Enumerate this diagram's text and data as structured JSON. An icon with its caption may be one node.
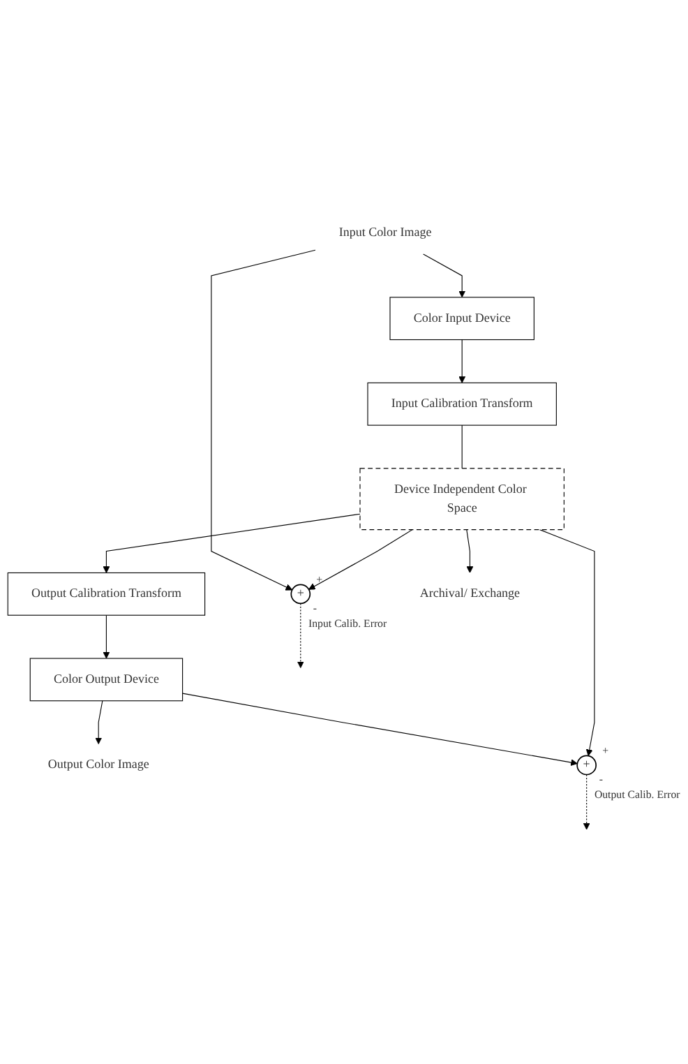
{
  "diagram": {
    "nodes": [
      {
        "text": [
          "Input Color Image"
        ]
      },
      {
        "text": [
          "Color Input Device"
        ]
      },
      {
        "text": [
          "Input Calibration Transform"
        ]
      },
      {
        "text": [
          "Device Independent Color Space"
        ]
      },
      {
        "text": [
          "Output Calibration Transform"
        ]
      },
      {
        "text": [
          "Color Output Device"
        ]
      },
      {
        "text": [
          "Output Color Image"
        ]
      },
      {
        "text": [
          "+"
        ],
        "beside": [
          "Input Calib. Error",
          "+",
          "-"
        ]
      },
      {
        "text": [
          "+"
        ],
        "beside": [
          "Output Calib. Error",
          "+",
          "-"
        ]
      },
      {
        "text": [
          "Archival/ Exchange"
        ]
      }
    ],
    "edges": [
      {
        "from": 0,
        "to": 1,
        "arrow": "to"
      },
      {
        "from": 0,
        "to": 7,
        "arrow": "to"
      },
      {
        "from": 1,
        "to": 2,
        "arrow": "to"
      },
      {
        "from": 2,
        "to": 3,
        "arrow": "none"
      },
      {
        "from": 3,
        "to": 4,
        "arrow": "to"
      },
      {
        "from": 4,
        "to": 5,
        "arrow": "to"
      },
      {
        "from": 5,
        "to": 6,
        "arrow": "to"
      },
      {
        "from": 5,
        "to": 8,
        "arrow": "to"
      },
      {
        "from": 3,
        "to": 9,
        "arrow": "to"
      },
      {
        "from": 3,
        "to": 7,
        "arrow": "to"
      },
      {
        "from": 3,
        "to": 8,
        "arrow": "to"
      },
      {
        "from": 7,
        "to": null,
        "arrow": "to",
        "style": "dashed"
      },
      {
        "from": 8,
        "to": null,
        "arrow": "to",
        "style": "dashed"
      }
    ]
  }
}
